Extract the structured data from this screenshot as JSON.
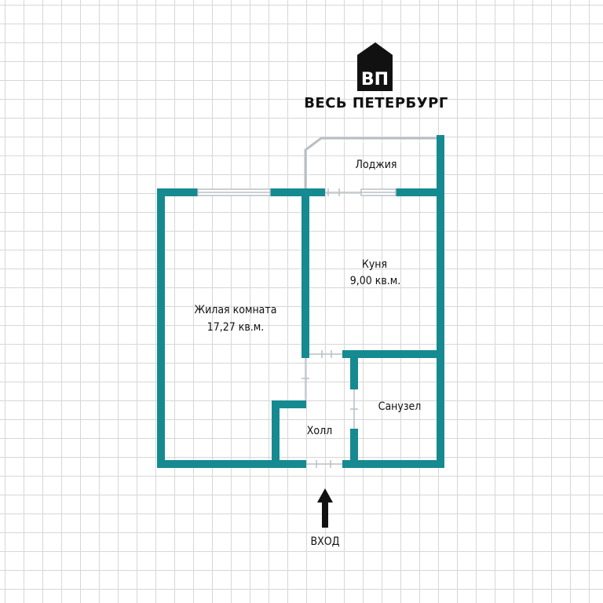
{
  "brand": {
    "name": "ВЕСЬ ПЕТЕРБУРГ",
    "logo_monogram": "ВП"
  },
  "colors": {
    "wall": "#168a91",
    "outline": "#b9bfc4",
    "text": "#111111",
    "grid": "#d7d7d7"
  },
  "rooms": {
    "living": {
      "name": "Жилая комната",
      "area": "17,27 кв.м."
    },
    "kitchen": {
      "name": "Куня",
      "area": "9,00 кв.м."
    },
    "loggia": {
      "name": "Лоджия"
    },
    "bathroom": {
      "name": "Санузел"
    },
    "hall": {
      "name": "Холл"
    }
  },
  "entrance": {
    "label": "ВХОД",
    "icon": "arrow-up-icon"
  }
}
